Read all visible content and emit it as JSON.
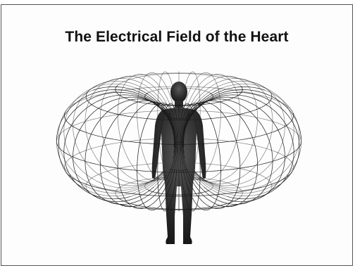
{
  "slide": {
    "title": "The Electrical Field of the Heart"
  },
  "figure": {
    "field": {
      "shape": "torus-wireframe",
      "meridian_count": 36,
      "parallel_count": 12,
      "line_color": "#1a1a1a"
    },
    "person": {
      "shape": "human-silhouette",
      "color": "#2b2b2b"
    }
  }
}
